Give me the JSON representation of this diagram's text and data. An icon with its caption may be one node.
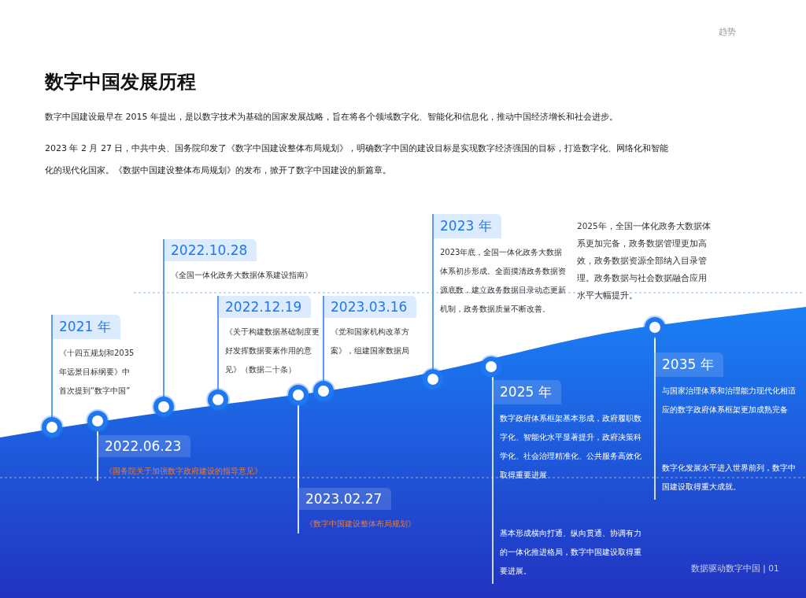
{
  "diagram": {
    "title": "数字中国发展历程",
    "nodes": [
      {
        "text": [
          "2021 年",
          "《十四五规划和2035 年远景目标纲要》中首次提到“数字中国”"
        ]
      },
      {
        "text": [
          "2022.06.23",
          "《国务院关于加强数字政府建设的指导意见》"
        ]
      },
      {
        "text": [
          "2022.10.28",
          "《全国一体化政务大数据体系建设指南》"
        ]
      },
      {
        "text": [
          "2022.12.19",
          "《关于构建数据基础制度更好发挥数据要素作用的意见》（数据二十条）"
        ]
      },
      {
        "text": [
          "2023.02.27",
          "《数字中国建设整体布局规划》"
        ]
      },
      {
        "text": [
          "2023.03.16",
          "《党和国家机构改革方案》，组建国家数据局"
        ]
      },
      {
        "text": [
          "2023 年",
          "2023年底，全国一体化政务大数据体系初步形成。全面摸清政务数据资源底数，建立政务数据目录动态更新机制，政务数据质量不断改善。"
        ]
      },
      {
        "text": [
          "2025 年",
          "数字政府体系框架基本形成，政府履职数字化、智能化水平显著提升，政府决策科学化、社会治理精准化、公共服务高效化取得重要进展",
          "基本形成横向打通、纵向贯通、协调有力的一体化推进格局，数字中国建设取得重要进展。"
        ]
      },
      {
        "text": [
          "2035 年",
          "与国家治理体系和治理能力现代化相适应的数字政府体系框架更加成熟完备",
          "数字化发展水平进入世界前列，数字中国建设取得重大成就。"
        ]
      },
      {
        "text": [],
        "shape": "circle"
      },
      {
        "text": [],
        "shape": "circle"
      },
      {
        "text": [],
        "shape": "circle"
      },
      {
        "text": [],
        "shape": "circle"
      },
      {
        "text": [],
        "shape": "circle"
      },
      {
        "text": [],
        "shape": "circle"
      },
      {
        "text": [],
        "shape": "circle"
      },
      {
        "text": [],
        "shape": "circle"
      },
      {
        "text": [],
        "shape": "circle"
      }
    ],
    "edges": [
      {
        "from": 9,
        "to": 0,
        "arrow": "none"
      },
      {
        "from": 10,
        "to": 1,
        "arrow": "none",
        "color": "#ffffff"
      },
      {
        "from": 11,
        "to": 2,
        "arrow": "none"
      },
      {
        "from": 12,
        "to": 3,
        "arrow": "none"
      },
      {
        "from": 13,
        "to": 4,
        "arrow": "none",
        "color": "#ffffff"
      },
      {
        "from": 14,
        "to": 5,
        "arrow": "none"
      },
      {
        "from": 15,
        "to": 6,
        "arrow": "none"
      },
      {
        "from": 16,
        "to": 7,
        "arrow": "none",
        "color": "#ffffff"
      },
      {
        "from": 17,
        "to": 8,
        "arrow": "none",
        "color": "#ffffff"
      }
    ],
    "labels": [
      "趋势",
      "数字中国建设最早在 2015 年提出，是以数字技术为基础的国家发展战略，旨在将各个领域数字化、智能化和信息化，推动中国经济增长和社会进步。",
      "2023 年 2 月 27 日，中共中央、国务院印发了《数字中国建设整体布局规划》，明确数字中国的建设目标是实现数字经济强国的目标，打造数字化、网络化和智能化的现代化国家。《数据中国建设整体布局规划》的发布，掀开了数字中国建设的新篇章。",
      "2025年，全国一体化政务大数据体系更加完备，政务数据管理更加高效，政务数据资源全部纳入目录管理。政务数据与社会数据融合应用水平大幅提升。",
      "数据驱动数字中国 | 01"
    ]
  }
}
